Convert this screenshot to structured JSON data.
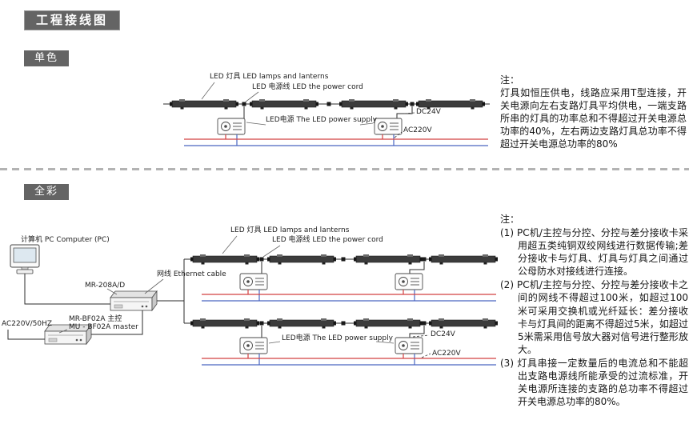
{
  "title": "工程接线图",
  "colors": {
    "header_bg": "#646464",
    "ac_live_red": "#d24040",
    "ac_neutral_blue": "#4a66c0",
    "lamp_body": "#3c3c3c"
  },
  "mono": {
    "section_label": "单色",
    "diagram_labels": {
      "lamps": "LED 灯具 LED lamps and lanterns",
      "power_cord": "LED 电源线 LED the power cord",
      "power_supply": "LED电源 The LED power supply",
      "dc": "DC24V",
      "ac": "AC220V"
    },
    "notes": {
      "heading": "注：",
      "body": "灯具如恒压供电，线路应采用T型连接，开关电源向左右支路灯具平均供电，一端支路所串的灯具的功率总和不得超过开关电源总功率的40%，左右两边支路灯具总功率不得超过开关电源总功率的80%"
    }
  },
  "full": {
    "section_label": "全彩",
    "diagram_labels": {
      "computer": "计算机 PC Computer (PC)",
      "ethernet": "网线 Ethernet cable",
      "controller": "MR-208A/D",
      "ac_input": "AC220V/50HZ",
      "master_line1": "MR-BF02A 主控",
      "master_line2": "MU - BF02A master",
      "lamps": "LED 灯具 LED lamps and lanterns",
      "power_cord": "LED 电源线 LED the power cord",
      "power_supply": "LED电源 The LED power supply",
      "dc": "DC24V",
      "ac": "AC220V"
    },
    "notes": {
      "heading": "注：",
      "items": [
        "(1)  PC机/主控与分控、分控与差分接收卡采用超五类纯铜双绞网线进行数据传输;差分接收卡与灯具、灯具与灯具之间通过公母防水对接线进行连接。",
        "(2) PC机/主控与分控、分控与差分接收卡之间的网线不得超过100米，如超过100米可采用交换机或光纤延长：差分接收卡与灯具间的距离不得超过5米，如超过5米需采用信号放大器对信号进行整形放大。",
        "(3) 灯具串接一定数量后的电流总和不能超出支路电源线所能承受的过流标准，开关电源所连接的支路的总功率不得超过开关电源总功率的80%。"
      ]
    }
  }
}
